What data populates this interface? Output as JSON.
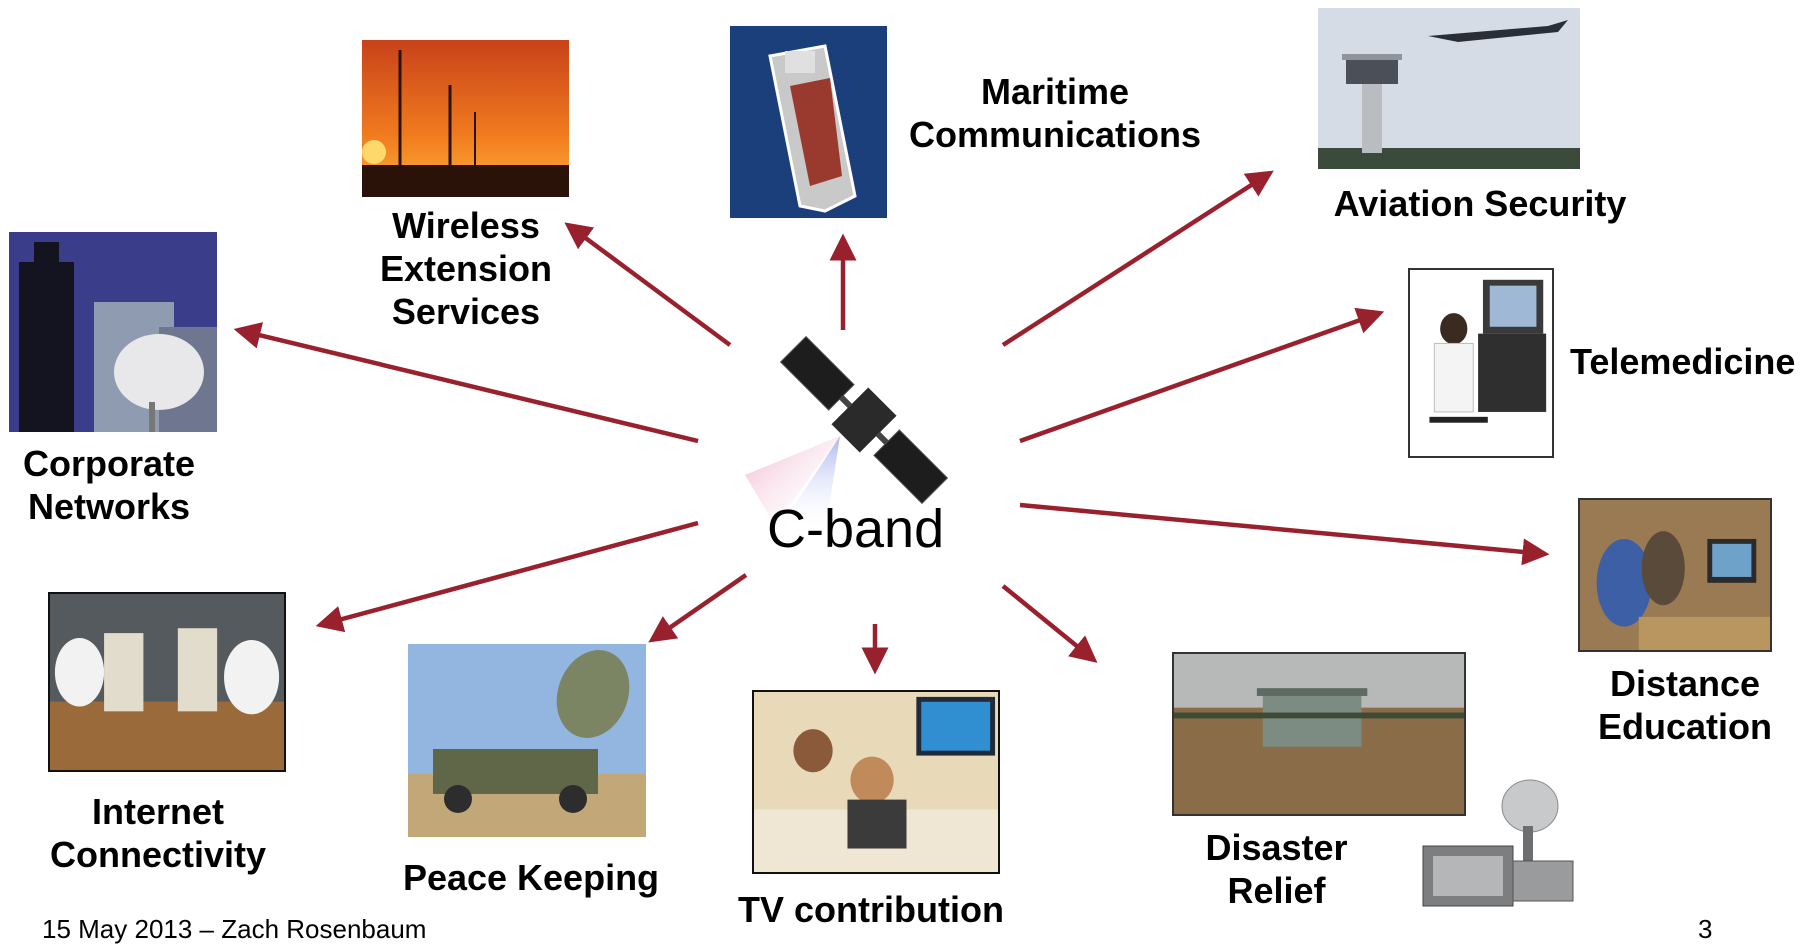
{
  "center": {
    "label": "C-band"
  },
  "applications": [
    {
      "id": "corporate-networks",
      "lines": [
        "Corporate",
        "Networks"
      ]
    },
    {
      "id": "wireless-extension-services",
      "lines": [
        "Wireless",
        "Extension",
        "Services"
      ]
    },
    {
      "id": "maritime-communications",
      "lines": [
        "Maritime",
        "Communications"
      ]
    },
    {
      "id": "aviation-security",
      "lines": [
        "Aviation Security"
      ]
    },
    {
      "id": "telemedicine",
      "lines": [
        "Telemedicine"
      ]
    },
    {
      "id": "distance-education",
      "lines": [
        "Distance",
        "Education"
      ]
    },
    {
      "id": "disaster-relief",
      "lines": [
        "Disaster",
        "Relief"
      ]
    },
    {
      "id": "tv-contribution",
      "lines": [
        "TV contribution"
      ]
    },
    {
      "id": "peace-keeping",
      "lines": [
        "Peace Keeping"
      ]
    },
    {
      "id": "internet-connectivity",
      "lines": [
        "Internet",
        "Connectivity"
      ]
    }
  ],
  "footer": {
    "left": "15 May 2013 – Zach Rosenbaum",
    "page_number": "3"
  },
  "colors": {
    "arrow": "#99212e"
  }
}
